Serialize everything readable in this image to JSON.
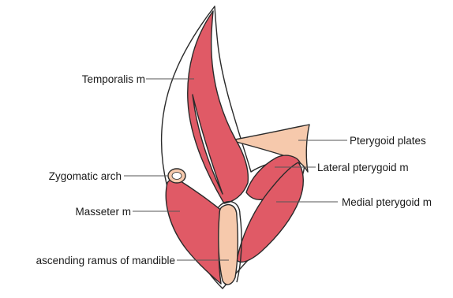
{
  "labels": {
    "temporalis": "Temporalis m",
    "pterygoid_plates": "Pterygoid plates",
    "zygomatic_arch": "Zygomatic arch",
    "lateral_pterygoid": "Lateral pterygoid m",
    "masseter": "Masseter m",
    "medial_pterygoid": "Medial pterygoid m",
    "ramus": "ascending ramus of mandible"
  },
  "colors": {
    "muscle": "#e05a66",
    "bone": "#f6c9ac",
    "outline": "#2a2a2a",
    "background": "#ffffff"
  }
}
